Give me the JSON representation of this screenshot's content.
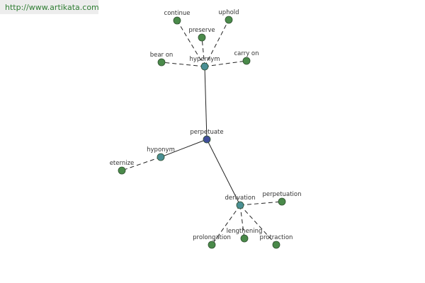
{
  "site_url": "http://www.artikata.com",
  "colors": {
    "center_node": "#3f4d9a",
    "relation_node": "#4a8f94",
    "word_node": "#4a8a4a",
    "edge": "#222222",
    "url_text": "#2e7d32"
  },
  "graph": {
    "center": {
      "label": "perpetuate"
    },
    "relations": [
      {
        "label": "hypernym",
        "words": [
          "continue",
          "preserve",
          "uphold",
          "bear on",
          "carry on"
        ]
      },
      {
        "label": "hyponym",
        "words": [
          "eternize"
        ]
      },
      {
        "label": "derivation",
        "words": [
          "perpetuation",
          "prolongation",
          "lengthening",
          "protraction"
        ]
      }
    ]
  }
}
